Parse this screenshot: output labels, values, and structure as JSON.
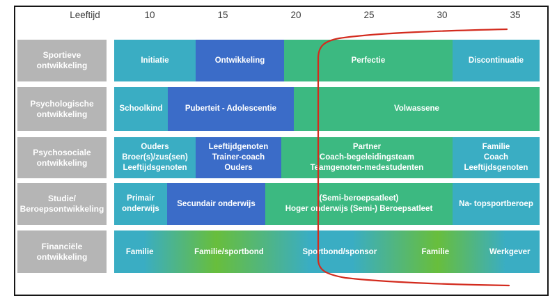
{
  "header": {
    "axis_label": "Leeftijd",
    "ticks": [
      "10",
      "15",
      "20",
      "25",
      "30",
      "35"
    ]
  },
  "colors": {
    "teal": "#3aadc3",
    "blue": "#3b6cc8",
    "green": "#3cb981",
    "lime": "#68be3c",
    "gray": "#b5b5b5",
    "red": "#d32b1e",
    "text_dark": "#3a3a3a",
    "text_light": "#ffffff"
  },
  "rows": [
    {
      "label_lines": [
        "Sportieve",
        "ontwikkeling"
      ],
      "segments": [
        {
          "lines": [
            "Initiatie"
          ],
          "color": "teal",
          "width_pct": 19.15
        },
        {
          "lines": [
            "Ontwikkeling"
          ],
          "color": "blue",
          "width_pct": 20.78
        },
        {
          "lines": [
            "Perfectie"
          ],
          "color": "green",
          "width_pct": 39.61
        },
        {
          "lines": [
            "Discontinuatie"
          ],
          "color": "teal",
          "width_pct": 20.46
        }
      ]
    },
    {
      "label_lines": [
        "Psychologische",
        "ontwikkeling"
      ],
      "segments": [
        {
          "lines": [
            "Schoolkind"
          ],
          "color": "teal",
          "width_pct": 12.6
        },
        {
          "lines": [
            "Puberteit - Adolescentie"
          ],
          "color": "blue",
          "width_pct": 29.62
        },
        {
          "lines": [
            "Volwassene"
          ],
          "color": "green",
          "width_pct": 57.78
        }
      ]
    },
    {
      "label_lines": [
        "Psychosociale",
        "ontwikkeling"
      ],
      "segments": [
        {
          "lines": [
            "Ouders",
            "Broer(s)/zus(sen)",
            "Leeftijdsgenoten"
          ],
          "color": "teal",
          "width_pct": 19.15
        },
        {
          "lines": [
            "Leeftijdgenoten",
            "Trainer-coach",
            "Ouders"
          ],
          "color": "blue",
          "width_pct": 20.13
        },
        {
          "lines": [
            "Partner",
            "Coach-begeleidingsteam",
            "Teamgenoten-medestudenten"
          ],
          "color": "green",
          "width_pct": 40.26
        },
        {
          "lines": [
            "Familie",
            "Coach",
            "Leeftijdsgenoten"
          ],
          "color": "teal",
          "width_pct": 20.46
        }
      ]
    },
    {
      "label_lines": [
        "Studie/",
        "Beroepsontwikkeling"
      ],
      "segments": [
        {
          "lines": [
            "Primair",
            "onderwijs"
          ],
          "color": "teal",
          "width_pct": 12.44
        },
        {
          "lines": [
            "Secundair onderwijs"
          ],
          "color": "blue",
          "width_pct": 23.08
        },
        {
          "lines": [
            "(Semi-beroepsatleet)",
            "Hoger onderwijs (Semi-) Beroepsatleet"
          ],
          "color": "green",
          "width_pct": 44.03
        },
        {
          "lines": [
            "Na- topsportberoep"
          ],
          "color": "teal",
          "width_pct": 20.46
        }
      ]
    },
    {
      "label_lines": [
        "Financiële",
        "ontwikkeling"
      ],
      "gradient_stops": [
        {
          "color": "teal",
          "pct": 0
        },
        {
          "color": "teal",
          "pct": 7
        },
        {
          "color": "lime",
          "pct": 24
        },
        {
          "color": "teal",
          "pct": 46
        },
        {
          "color": "teal",
          "pct": 56
        },
        {
          "color": "lime",
          "pct": 76
        },
        {
          "color": "teal",
          "pct": 92
        },
        {
          "color": "teal",
          "pct": 100
        }
      ],
      "gradient_labels": [
        {
          "text": "Familie",
          "center_pct": 6
        },
        {
          "text": "Familie/sportbond",
          "center_pct": 27
        },
        {
          "text": "Sportbond/sponsor",
          "center_pct": 53
        },
        {
          "text": "Familie",
          "center_pct": 75.5
        },
        {
          "text": "Werkgever",
          "center_pct": 93
        }
      ]
    }
  ],
  "overlay": {
    "curve_color": "#d32b1e"
  }
}
